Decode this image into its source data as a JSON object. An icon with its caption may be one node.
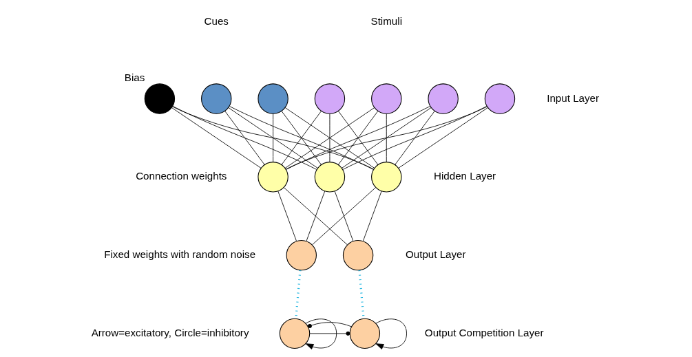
{
  "diagram": {
    "nodes": [
      {
        "text": [],
        "shape": "circle",
        "beside": [
          "Bias"
        ]
      },
      {
        "text": [],
        "shape": "circle"
      },
      {
        "text": [],
        "shape": "circle"
      },
      {
        "text": [],
        "shape": "circle"
      },
      {
        "text": [],
        "shape": "circle"
      },
      {
        "text": [],
        "shape": "circle"
      },
      {
        "text": [],
        "shape": "circle"
      },
      {
        "text": [],
        "shape": "circle"
      },
      {
        "text": [],
        "shape": "circle"
      },
      {
        "text": [],
        "shape": "circle"
      },
      {
        "text": [],
        "shape": "circle"
      },
      {
        "text": [],
        "shape": "circle"
      },
      {
        "text": [],
        "shape": "circle"
      },
      {
        "text": [],
        "shape": "circle"
      }
    ],
    "edges": [
      {
        "from": 0,
        "to": 7,
        "arrow": "none"
      },
      {
        "from": 0,
        "to": 8,
        "arrow": "none"
      },
      {
        "from": 0,
        "to": 9,
        "arrow": "none"
      },
      {
        "from": 1,
        "to": 7,
        "arrow": "none"
      },
      {
        "from": 1,
        "to": 8,
        "arrow": "none"
      },
      {
        "from": 1,
        "to": 9,
        "arrow": "none"
      },
      {
        "from": 2,
        "to": 7,
        "arrow": "none"
      },
      {
        "from": 2,
        "to": 8,
        "arrow": "none"
      },
      {
        "from": 2,
        "to": 9,
        "arrow": "none"
      },
      {
        "from": 3,
        "to": 7,
        "arrow": "none"
      },
      {
        "from": 3,
        "to": 8,
        "arrow": "none"
      },
      {
        "from": 3,
        "to": 9,
        "arrow": "none"
      },
      {
        "from": 4,
        "to": 7,
        "arrow": "none"
      },
      {
        "from": 4,
        "to": 8,
        "arrow": "none"
      },
      {
        "from": 4,
        "to": 9,
        "arrow": "none"
      },
      {
        "from": 5,
        "to": 7,
        "arrow": "none"
      },
      {
        "from": 5,
        "to": 8,
        "arrow": "none"
      },
      {
        "from": 5,
        "to": 9,
        "arrow": "none"
      },
      {
        "from": 6,
        "to": 7,
        "arrow": "none"
      },
      {
        "from": 6,
        "to": 8,
        "arrow": "none"
      },
      {
        "from": 6,
        "to": 9,
        "arrow": "none"
      },
      {
        "from": 7,
        "to": 10,
        "arrow": "none"
      },
      {
        "from": 7,
        "to": 11,
        "arrow": "none"
      },
      {
        "from": 8,
        "to": 10,
        "arrow": "none"
      },
      {
        "from": 8,
        "to": 11,
        "arrow": "none"
      },
      {
        "from": 9,
        "to": 10,
        "arrow": "none"
      },
      {
        "from": 9,
        "to": 11,
        "arrow": "none"
      },
      {
        "from": 10,
        "to": 12,
        "arrow": "none",
        "style": "dashed",
        "color": "#1fb5e0"
      },
      {
        "from": 11,
        "to": 13,
        "arrow": "none",
        "style": "dashed",
        "color": "#1fb5e0"
      },
      {
        "from": 12,
        "to": 13,
        "arrow": "other"
      },
      {
        "from": 13,
        "to": 12,
        "arrow": "other"
      },
      {
        "from": 12,
        "to": 12,
        "arrow": "to"
      },
      {
        "from": 13,
        "to": 13,
        "arrow": "to"
      }
    ],
    "labels": [
      "Cues",
      "Stimuli",
      "Input Layer",
      "Hidden Layer",
      "Output Layer",
      "Output Competition Layer"
    ],
    "legend": [
      {
        "text": "Connection weights"
      },
      {
        "text": "Fixed weights with random noise"
      },
      {
        "text": "Arrow=excitatory, Circle=inhibitory"
      }
    ]
  }
}
